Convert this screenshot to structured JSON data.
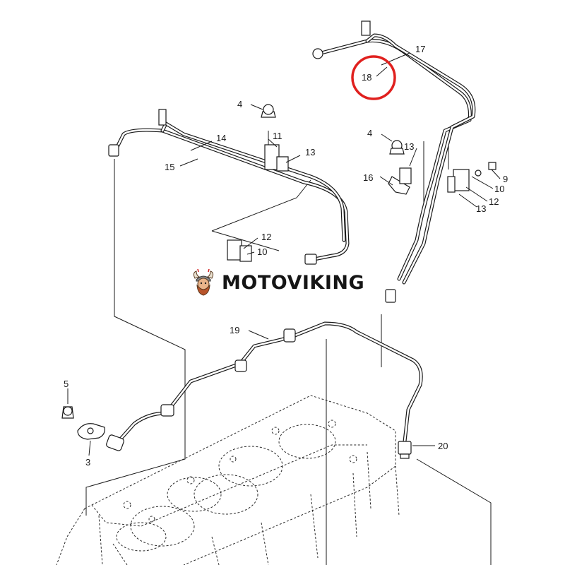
{
  "brand": {
    "name": "MOTOVIKING",
    "logo_icon": "viking-mascot-icon"
  },
  "highlight": {
    "color": "#e0201e",
    "target_callout": "18"
  },
  "callouts": [
    "17",
    "18",
    "4",
    "11",
    "13",
    "14",
    "15",
    "4",
    "13",
    "16",
    "9",
    "10",
    "13",
    "12",
    "12",
    "10",
    "19",
    "5",
    "3",
    "20"
  ]
}
